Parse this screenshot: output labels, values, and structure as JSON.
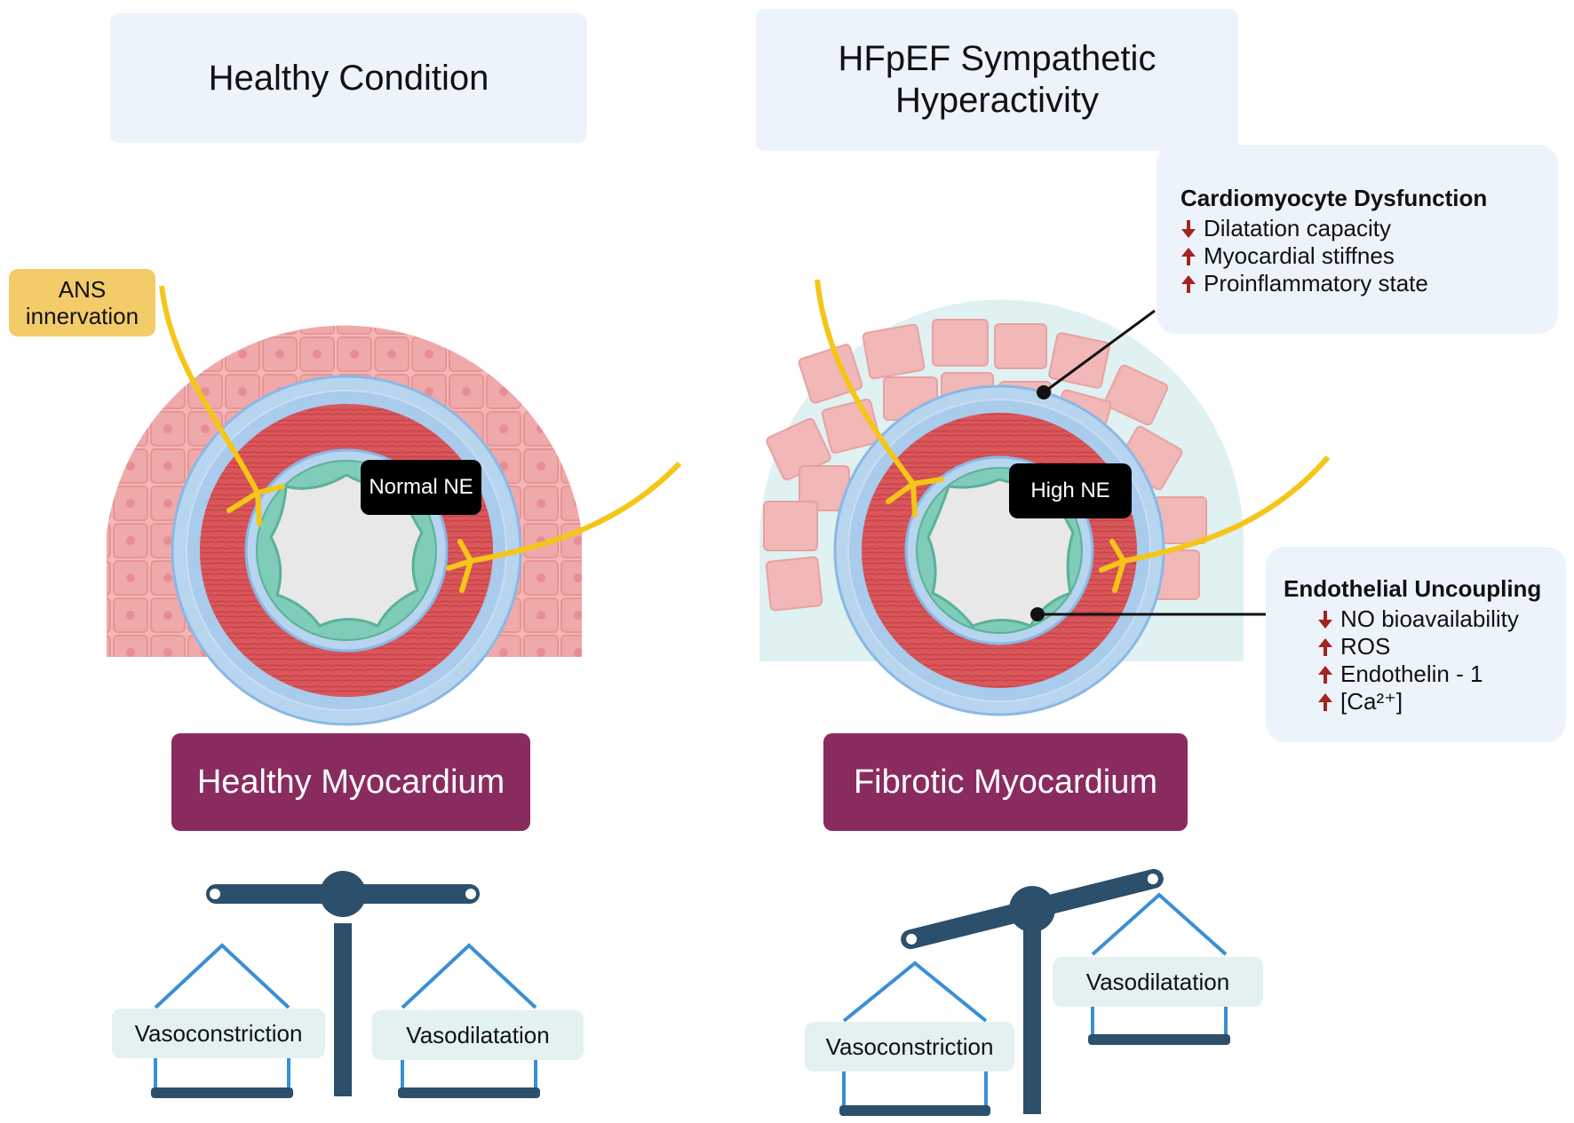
{
  "healthy": {
    "title": "Healthy Condition",
    "ans_label": "ANS innervation",
    "ne_label": "Normal NE",
    "myocardium_label": "Healthy Myocardium",
    "scale_left": "Vasoconstriction",
    "scale_right": "Vasodilatation"
  },
  "hfpef": {
    "title": "HFpEF Sympathetic Hyperactivity",
    "ne_label": "High NE",
    "myocardium_label": "Fibrotic Myocardium",
    "scale_left": "Vasoconstriction",
    "scale_right": "Vasodilatation"
  },
  "cardiomyocyte": {
    "title": "Cardiomyocyte Dysfunction",
    "items": [
      {
        "direction": "down",
        "text": "Dilatation capacity"
      },
      {
        "direction": "up",
        "text": "Myocardial stiffnes"
      },
      {
        "direction": "up",
        "text": "Proinflammatory state"
      }
    ]
  },
  "endothelial": {
    "title": "Endothelial Uncoupling",
    "items": [
      {
        "direction": "down",
        "text": "NO bioavailability"
      },
      {
        "direction": "up",
        "text": "ROS"
      },
      {
        "direction": "up",
        "text": "Endothelin - 1"
      },
      {
        "direction": "up",
        "text": "[Ca²⁺]"
      }
    ]
  },
  "colors": {
    "title_bg": "#edf3fb",
    "ans_bg": "#f3cc69",
    "myocardium_bg": "#8a2b60",
    "nerve": "#f5c518",
    "scale": "#2c4f6b",
    "pan_string": "#3a8fd6",
    "arrow": "#a52222",
    "muscle": "#f2b7b7",
    "vessel_wall": "#d9565a",
    "endothelium": "#7fcdb8",
    "fibrosis": "#cfe9ea"
  },
  "icons": [
    "artery-cross-section-icon",
    "nerve-fiber-icon",
    "balance-scale-icon",
    "arrow-up-icon",
    "arrow-down-icon"
  ]
}
